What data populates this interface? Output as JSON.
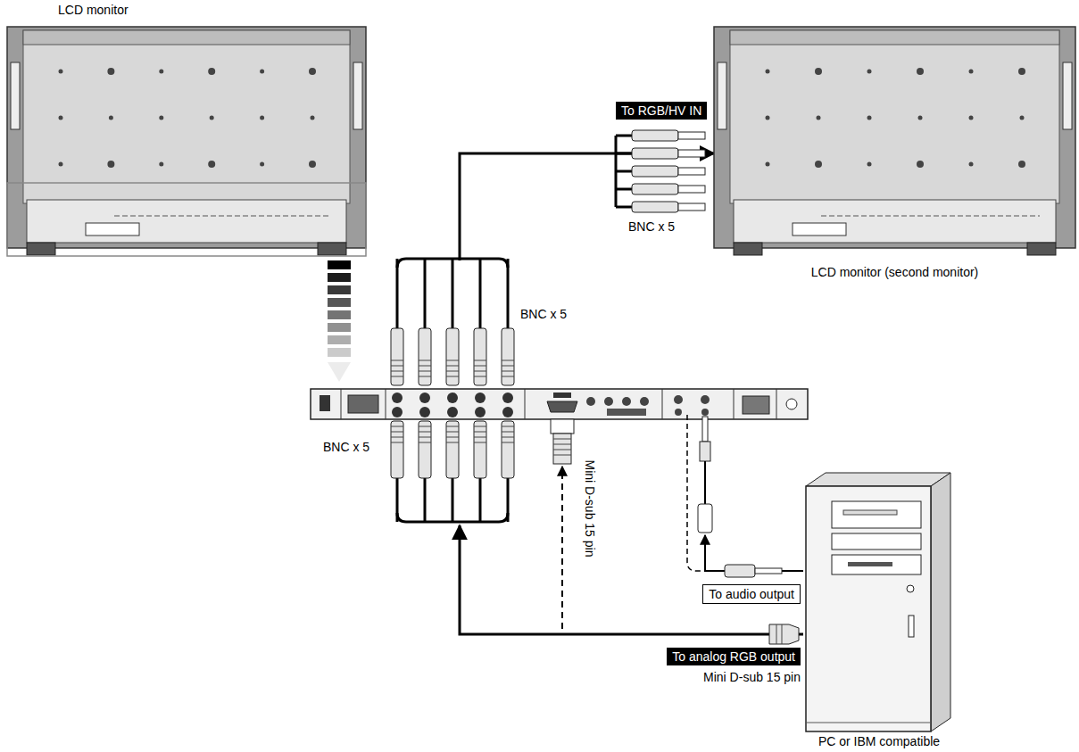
{
  "diagram": {
    "nodes": [
      {
        "text": [
          "LCD monitor"
        ]
      },
      {
        "text": [
          "To RGB/HV IN"
        ]
      },
      {
        "text": [
          "LCD monitor (second monitor)"
        ]
      },
      {
        "text": [
          "To audio output"
        ]
      },
      {
        "text": [
          "To analog RGB output"
        ]
      },
      {
        "text": [
          "PC or IBM compatible"
        ]
      }
    ],
    "edges": [
      {
        "from": 5,
        "to": 0,
        "arrow": "to"
      },
      {
        "from": 5,
        "to": 0,
        "arrow": "to"
      },
      {
        "from": 5,
        "to": 0,
        "arrow": "to"
      },
      {
        "from": 0,
        "to": 2,
        "arrow": "to"
      }
    ],
    "labels": [
      "BNC x 5",
      "BNC x 5",
      "BNC x 5",
      "Mini D-sub 15 pin",
      "Mini D-sub 15 pin"
    ]
  }
}
